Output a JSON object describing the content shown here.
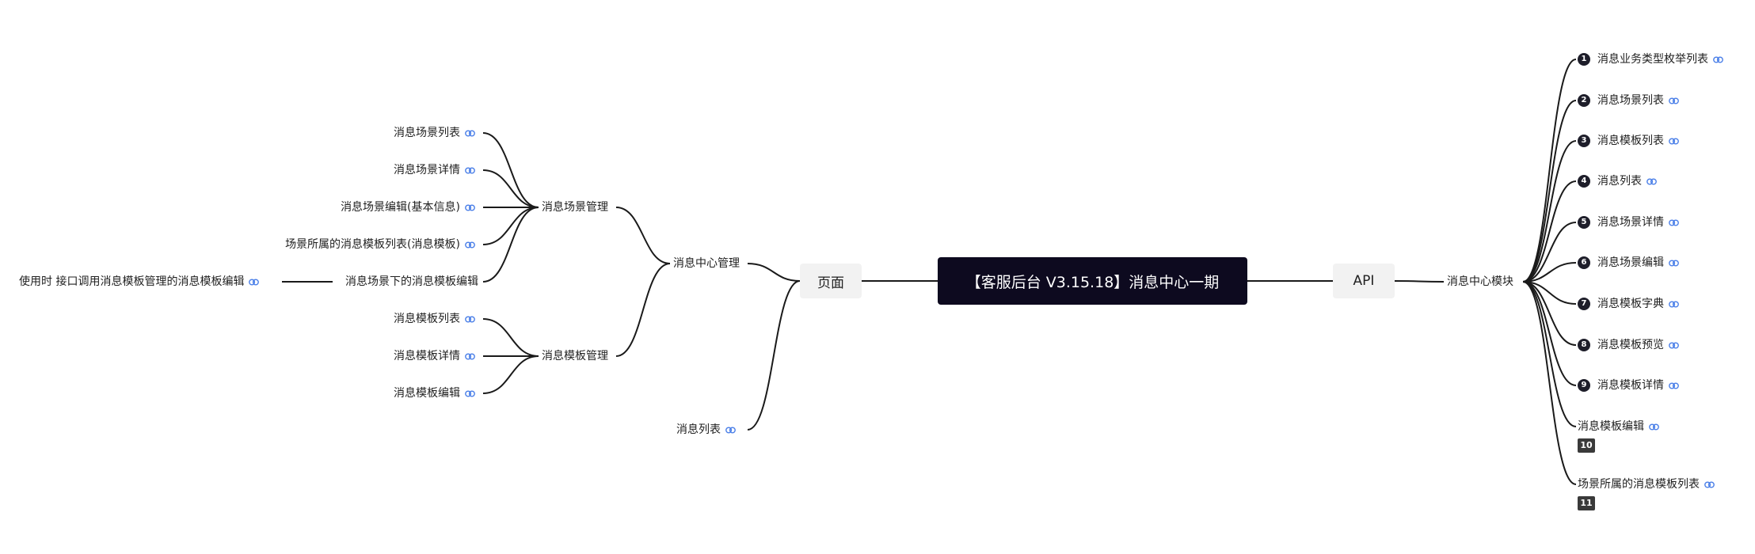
{
  "root": {
    "title": "【客服后台 V3.15.18】消息中心一期"
  },
  "branches": {
    "page": {
      "label": "页面",
      "msg_center_mgmt": {
        "label": "消息中心管理",
        "scene_mgmt": {
          "label": "消息场景管理",
          "items": [
            "消息场景列表",
            "消息场景详情",
            "消息场景编辑(基本信息)",
            "场景所属的消息模板列表(消息模板)",
            "消息场景下的消息模板编辑"
          ],
          "note": "使用时 接口调用消息模板管理的消息模板编辑"
        },
        "template_mgmt": {
          "label": "消息模板管理",
          "items": [
            "消息模板列表",
            "消息模板详情",
            "消息模板编辑"
          ]
        }
      },
      "msg_list": {
        "label": "消息列表"
      }
    },
    "api": {
      "label": "API",
      "module": {
        "label": "消息中心模块",
        "items": [
          {
            "num": "1",
            "label": "消息业务类型枚举列表"
          },
          {
            "num": "2",
            "label": "消息场景列表"
          },
          {
            "num": "3",
            "label": "消息模板列表"
          },
          {
            "num": "4",
            "label": "消息列表"
          },
          {
            "num": "5",
            "label": "消息场景详情"
          },
          {
            "num": "6",
            "label": "消息场景编辑"
          },
          {
            "num": "7",
            "label": "消息模板字典"
          },
          {
            "num": "8",
            "label": "消息模板预览"
          },
          {
            "num": "9",
            "label": "消息模板详情"
          },
          {
            "num": "10",
            "label": "消息模板编辑"
          },
          {
            "num": "11",
            "label": "场景所属的消息模板列表"
          }
        ]
      }
    }
  },
  "colors": {
    "root_bg": "#0d0a1f",
    "box_bg": "#f2f2f2",
    "edge": "#1a1a1a",
    "link_icon": "#4a7fe8"
  },
  "icons": {
    "link": "link-icon"
  }
}
